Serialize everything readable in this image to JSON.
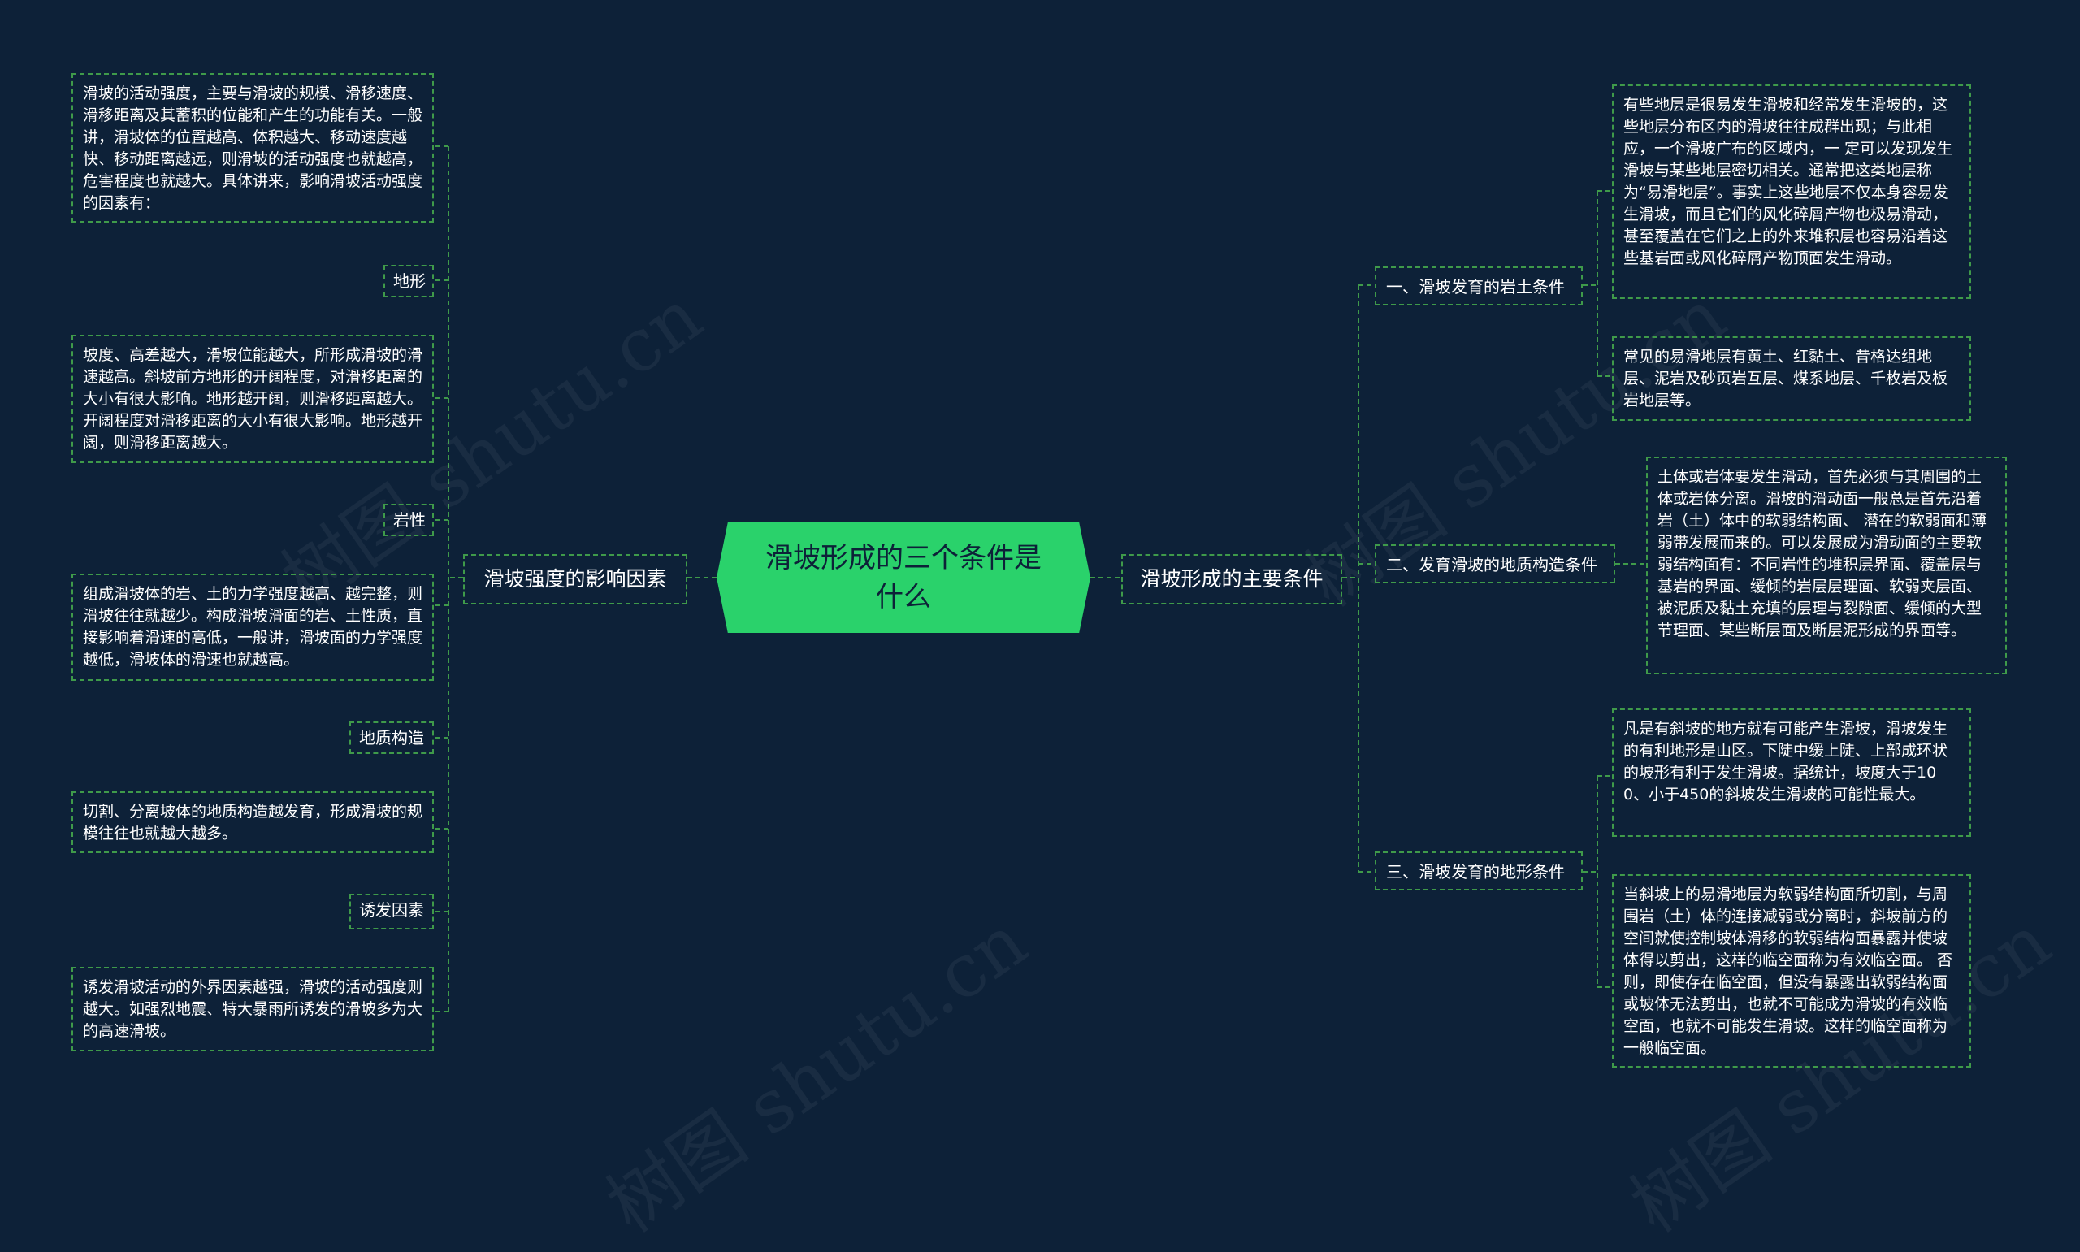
{
  "root": {
    "title": "滑坡形成的三个条件是什么"
  },
  "left": {
    "label": "滑坡强度的影响因素",
    "intro": "滑坡的活动强度，主要与滑坡的规模、滑移速度、滑移距离及其蓄积的位能和产生的功能有关。一般讲，滑坡体的位置越高、体积越大、移动速度越快、移动距离越远，则滑坡的活动强度也就越高，危害程度也就越大。具体讲来，影响滑坡活动强度的因素有：",
    "items": [
      {
        "tag": "地形",
        "text": "坡度、高差越大，滑坡位能越大，所形成滑坡的滑速越高。斜坡前方地形的开阔程度，对滑移距离的大小有很大影响。地形越开阔，则滑移距离越大。开阔程度对滑移距离的大小有很大影响。地形越开阔，则滑移距离越大。"
      },
      {
        "tag": "岩性",
        "text": "组成滑坡体的岩、土的力学强度越高、越完整，则滑坡往往就越少。构成滑坡滑面的岩、土性质，直接影响着滑速的高低，一般讲，滑坡面的力学强度越低，滑坡体的滑速也就越高。"
      },
      {
        "tag": "地质构造",
        "text": "切割、分离坡体的地质构造越发育，形成滑坡的规模往往也就越大越多。"
      },
      {
        "tag": "诱发因素",
        "text": "诱发滑坡活动的外界因素越强，滑坡的活动强度则越大。如强烈地震、特大暴雨所诱发的滑坡多为大的高速滑坡。"
      }
    ]
  },
  "right": {
    "label": "滑坡形成的主要条件",
    "subs": [
      {
        "label": "一、滑坡发育的岩土条件",
        "texts": [
          "有些地层是很易发生滑坡和经常发生滑坡的，这些地层分布区内的滑坡往往成群出现；与此相应，一个滑坡广布的区域内，一 定可以发现发生滑坡与某些地层密切相关。通常把这类地层称为“易滑地层”。事实上这些地层不仅本身容易发生滑坡，而且它们的风化碎屑产物也极易滑动，甚至覆盖在它们之上的外来堆积层也容易沿着这些基岩面或风化碎屑产物顶面发生滑动。",
          "常见的易滑地层有黄土、红黏土、昔格达组地层、泥岩及砂页岩互层、煤系地层、千枚岩及板岩地层等。"
        ]
      },
      {
        "label": "二、发育滑坡的地质构造条件",
        "texts": [
          "土体或岩体要发生滑动，首先必须与其周围的土体或岩体分离。滑坡的滑动面一般总是首先沿着岩（土）体中的软弱结构面、 潜在的软弱面和薄弱带发展而来的。可以发展成为滑动面的主要软弱结构面有：不同岩性的堆积层界面、覆盖层与基岩的界面、缓倾的岩层层理面、软弱夹层面、被泥质及黏土充填的层理与裂隙面、缓倾的大型节理面、某些断层面及断层泥形成的界面等。"
        ]
      },
      {
        "label": "三、滑坡发育的地形条件",
        "texts": [
          "凡是有斜坡的地方就有可能产生滑坡，滑坡发生的有利地形是山区。下陡中缓上陡、上部成环状的坡形有利于发生滑坡。据统计，坡度大于100、小于450的斜坡发生滑坡的可能性最大。",
          "当斜坡上的易滑地层为软弱结构面所切割，与周围岩（土）体的连接减弱或分离时，斜坡前方的空间就使控制坡体滑移的软弱结构面暴露并使坡体得以剪出，这样的临空面称为有效临空面。 否则，即使存在临空面，但没有暴露出软弱结构面或坡体无法剪出，也就不可能成为滑坡的有效临空面，也就不可能发生滑坡。这样的临空面称为一般临空面。"
        ]
      }
    ]
  },
  "colors": {
    "background": "#0d2138",
    "root": "#2ad26b",
    "line": "#3f9a4a",
    "text": "#ffffff"
  },
  "watermark": "树图 shutu.cn"
}
